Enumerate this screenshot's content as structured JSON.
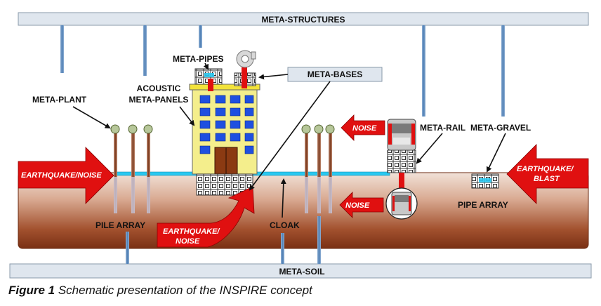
{
  "labels": {
    "meta_structures": "META-STRUCTURES",
    "meta_pipes": "META-PIPES",
    "meta_bases": "META-BASES",
    "meta_plant": "META-PLANT",
    "acoustic_line1": "ACOUSTIC",
    "acoustic_line2": "META-PANELS",
    "meta_rail": "META-RAIL",
    "meta_gravel": "META-GRAVEL",
    "pile_array": "PILE ARRAY",
    "cloak": "CLOAK",
    "pipe_array": "PIPE ARRAY",
    "meta_soil": "META-SOIL"
  },
  "arrows": {
    "earthquake_noise_left": "EARTHQUAKE/NOISE",
    "earthquake_noise_bottom_line1": "EARTHQUAKE/",
    "earthquake_noise_bottom_line2": "NOISE",
    "noise_top": "NOISE",
    "noise_bottom": "NOISE",
    "earthquake_blast_line1": "EARTHQUAKE/",
    "earthquake_blast_line2": "BLAST"
  },
  "caption": {
    "prefix": "Figure 1",
    "text": " Schematic presentation of the INSPIRE concept"
  },
  "colors": {
    "soil_top": "#f1e2d8",
    "soil_bottom": "#7a3014",
    "arrow_red": "#e01010",
    "building_yellow": "#f4ee8c",
    "window_blue": "#1f4fe0",
    "cloak_cyan": "#29c8f0",
    "bar_fill": "#dfe6ee"
  }
}
